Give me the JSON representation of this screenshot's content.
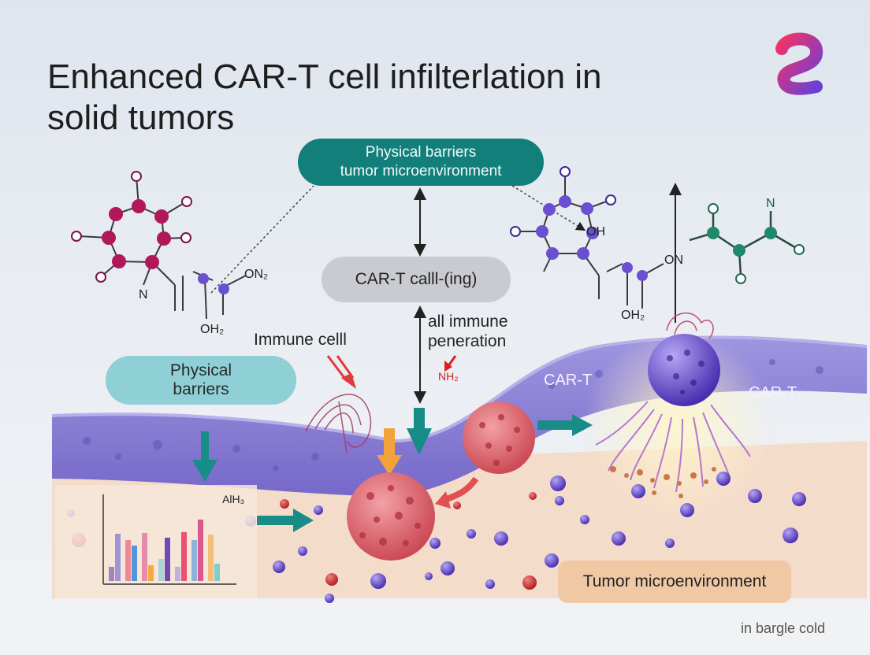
{
  "title_line1": "Enhanced CAR-T cell infilterlation in",
  "title_line2": "solid tumors",
  "callouts": {
    "top_line1": "Physical barriers",
    "top_line2": "tumor microenvironment",
    "center": "CAR-T calll-(ing)",
    "left_line1": "Physical",
    "left_line2": "barriers",
    "bottom": "Tumor microenvironment"
  },
  "labels": {
    "immune_cell": "Immune celll",
    "immune_pen_line1": "all immune",
    "immune_pen_line2": "peneration",
    "nh2": "NH₂",
    "cart_1": "CAR-T",
    "cart_2": "CAR-T",
    "oh_left": "OH₂",
    "on_left": "ON₂",
    "n_left": "N",
    "oh_right": "OH₂",
    "oh_right_ring": "OH",
    "on_right": "ON",
    "n_right": "N",
    "alh": "AlH₃"
  },
  "footer": "in bargle cold",
  "colors": {
    "teal": "#137f7b",
    "magenta": "#b0185a",
    "purple": "#6a4fd1",
    "green": "#1f8a6a",
    "membrane": "#8e82d8",
    "tumor": "#e4707a"
  },
  "chart_data": {
    "type": "bar",
    "title": "",
    "xlabel": "",
    "ylabel": "",
    "annotation": "AlH₃",
    "series": [
      {
        "values": [
          0.18,
          0.52,
          0.61,
          0.28,
          0.18,
          0.52,
          0.59
        ]
      },
      {
        "values": [
          0.6,
          0.45,
          0.2,
          0.55,
          0.62,
          0.78,
          0.22
        ]
      }
    ],
    "series_colors": [
      "#9b8fd8",
      "#4a90d9",
      "#f2a43a",
      "#6a3fb0",
      "#e8496b",
      "#d9508a",
      "#7cc9cf"
    ]
  }
}
